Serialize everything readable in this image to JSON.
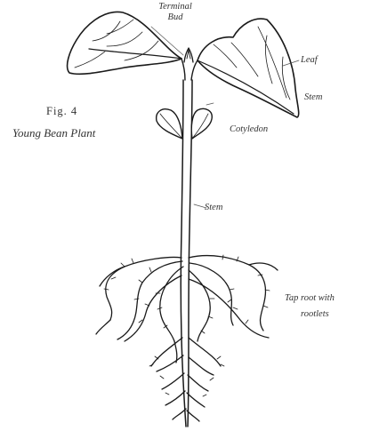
{
  "figure": {
    "number": "Fig. 4",
    "title": "Young Bean Plant"
  },
  "labels": {
    "terminal_bud_line1": "Terminal",
    "terminal_bud_line2": "Bud",
    "leaf": "Leaf",
    "stem_upper": "Stem",
    "cotyledon": "Cotyledon",
    "stem_middle": "Stem",
    "tap_root_line1": "Tap root with",
    "tap_root_line2": "rootlets"
  }
}
